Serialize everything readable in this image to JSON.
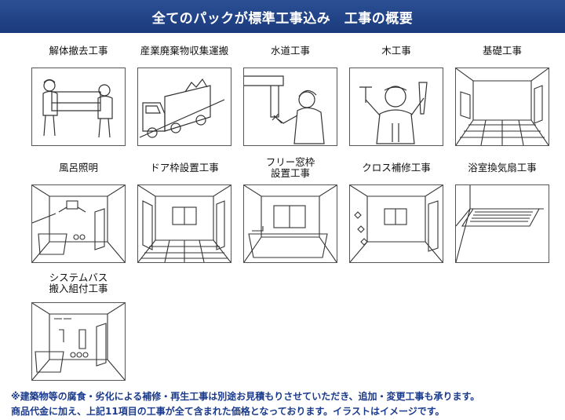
{
  "header": {
    "title": "全てのパックが標準工事込み　工事の概要"
  },
  "items": [
    {
      "label": "解体撤去工事",
      "illustration": "removal-workers-icon"
    },
    {
      "label": "産業廃棄物収集運搬",
      "illustration": "truck-icon"
    },
    {
      "label": "水道工事",
      "illustration": "plumber-icon"
    },
    {
      "label": "木工事",
      "illustration": "carpenter-icon"
    },
    {
      "label": "基礎工事",
      "illustration": "room-foundation-icon"
    },
    {
      "label": "風呂照明",
      "illustration": "bath-lighting-icon"
    },
    {
      "label": "ドア枠設置工事",
      "illustration": "door-frame-icon"
    },
    {
      "label": "フリー窓枠\n設置工事",
      "illustration": "window-frame-icon"
    },
    {
      "label": "クロス補修工事",
      "illustration": "wall-cloth-icon"
    },
    {
      "label": "浴室換気扇工事",
      "illustration": "ventilation-fan-icon"
    },
    {
      "label": "システムバス\n搬入組付工事",
      "illustration": "system-bath-icon"
    }
  ],
  "footnote": {
    "line1": "※建築物等の腐食・劣化による補修・再生工事は別途お見積もりさせていただき、追加・変更工事も承ります。",
    "line2": "商品代金に加え、上記11項目の工事が全て含まれた価格となっております。イラストはイメージです。"
  }
}
